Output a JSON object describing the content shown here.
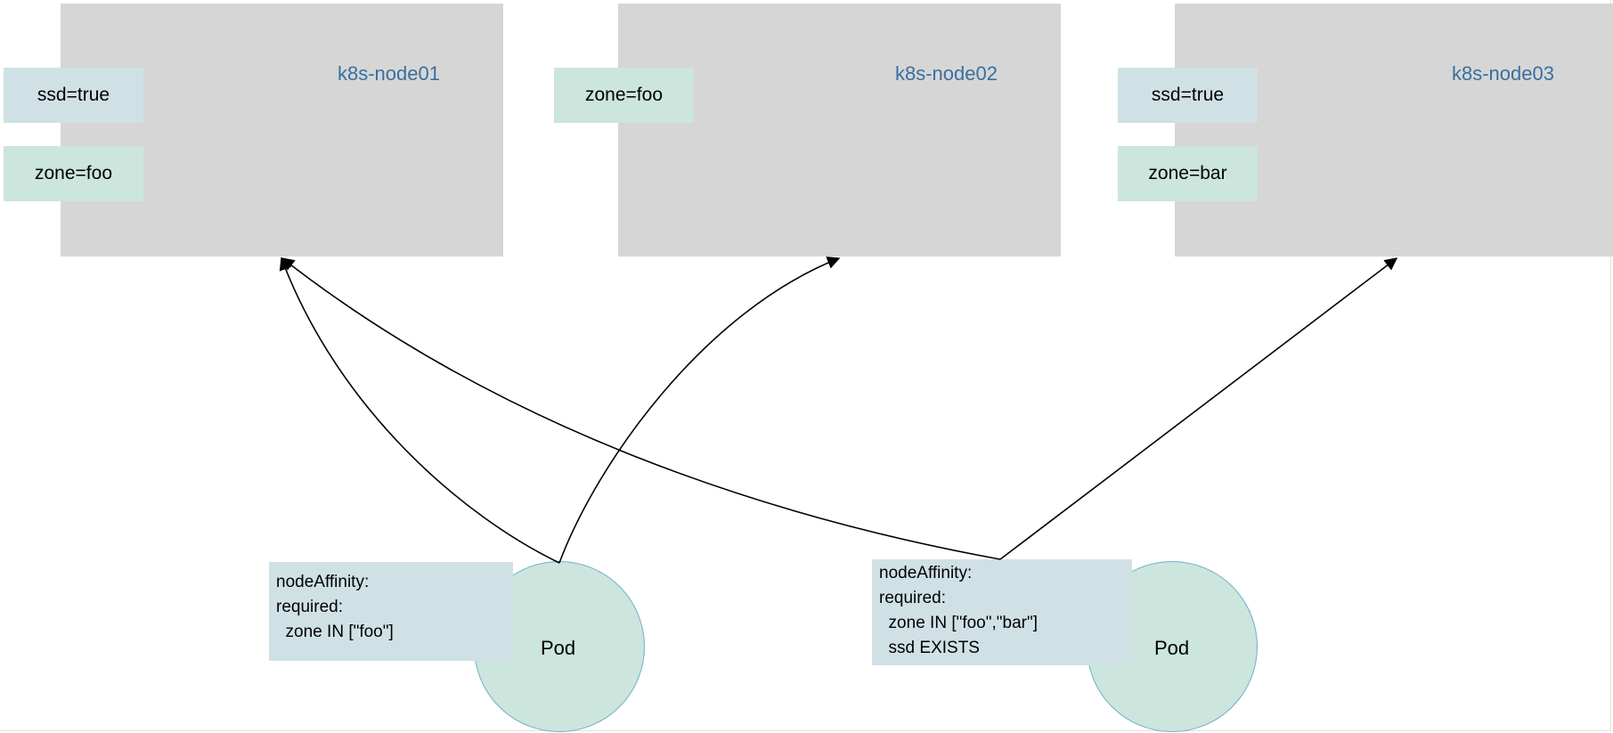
{
  "nodes": [
    {
      "name": "k8s-node01",
      "labels": [
        "ssd=true",
        "zone=foo"
      ]
    },
    {
      "name": "k8s-node02",
      "labels": [
        "zone=foo"
      ]
    },
    {
      "name": "k8s-node03",
      "labels": [
        "ssd=true",
        "zone=bar"
      ]
    }
  ],
  "pods": [
    {
      "label": "Pod",
      "affinity": [
        "nodeAffinity:",
        "required:",
        "  zone IN [\"foo\"]"
      ]
    },
    {
      "label": "Pod",
      "affinity": [
        "nodeAffinity:",
        "required:",
        "  zone IN [\"foo\",\"bar\"]",
        "  ssd EXISTS"
      ]
    }
  ],
  "colors": {
    "node_fill": "#d6d6d6",
    "node_title": "#3a6fa0",
    "label_blue": "#d0e1e6",
    "label_green": "#cce5dd",
    "pod_fill": "#cce5dd",
    "pod_border": "#6fb0c8",
    "edge": "#000000"
  },
  "edges": [
    {
      "from": "pod-1",
      "to": "k8s-node01"
    },
    {
      "from": "pod-1",
      "to": "k8s-node02"
    },
    {
      "from": "pod-2",
      "to": "k8s-node01"
    },
    {
      "from": "pod-2",
      "to": "k8s-node03"
    }
  ]
}
